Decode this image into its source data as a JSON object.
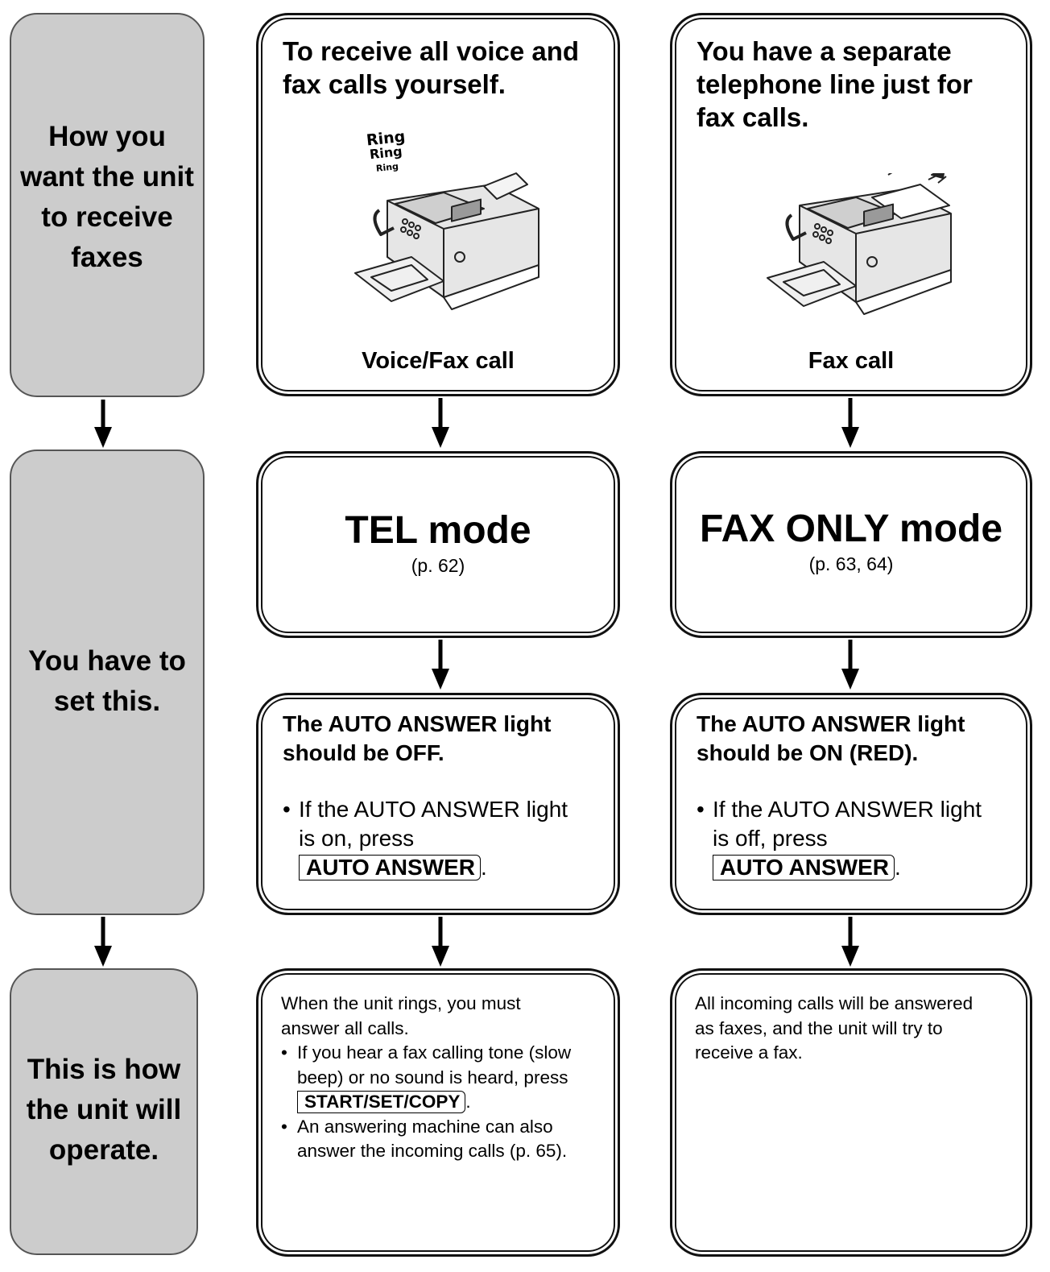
{
  "sidebar": {
    "receive": [
      "How you",
      "want the unit",
      "to receive",
      "faxes"
    ],
    "set": [
      "You have to",
      "set this."
    ],
    "operate": [
      "This is how",
      "the unit will",
      "operate."
    ]
  },
  "tel": {
    "question": [
      "To receive all voice and",
      "fax calls yourself."
    ],
    "ring_text": [
      "Ring",
      "Ring",
      "Ring"
    ],
    "caption": "Voice/Fax call",
    "mode": "TEL mode",
    "page": "(p. 62)",
    "light_heading": [
      "The AUTO ANSWER light",
      "should be OFF."
    ],
    "light_bullet": [
      "If the AUTO ANSWER light",
      "is on, press"
    ],
    "light_key": "AUTO ANSWER",
    "operate_intro": [
      "When the unit rings, you must",
      "answer all calls."
    ],
    "operate_bullet1": [
      "If you hear a fax calling tone (slow",
      "beep) or no sound is heard, press"
    ],
    "operate_key": "START/SET/COPY",
    "operate_bullet2": [
      "An answering machine can also",
      "answer the incoming calls (p. 65)."
    ]
  },
  "fax": {
    "question": [
      "You have a separate",
      "telephone line just for",
      "fax calls."
    ],
    "caption": "Fax call",
    "mode": "FAX ONLY mode",
    "page": "(p. 63, 64)",
    "light_heading": [
      "The AUTO ANSWER light",
      "should be ON (RED)."
    ],
    "light_bullet": [
      "If the AUTO ANSWER light",
      "is off, press"
    ],
    "light_key": "AUTO ANSWER",
    "operate_text": [
      "All incoming calls will be answered",
      "as faxes, and the unit will try to",
      "receive a fax."
    ]
  }
}
